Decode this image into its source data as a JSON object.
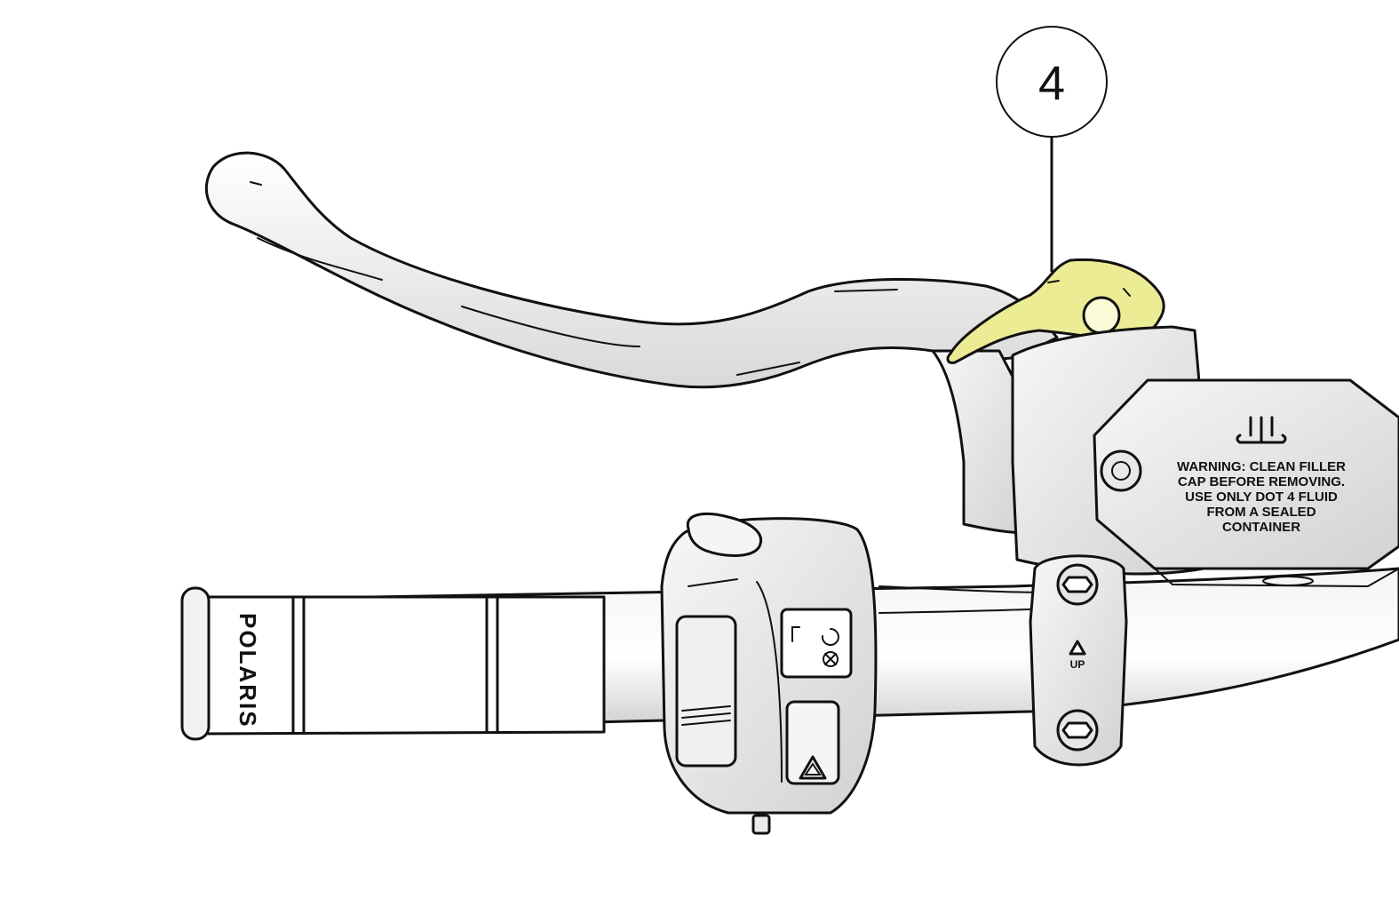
{
  "callout": {
    "number": "4"
  },
  "reservoir": {
    "warning_lines": [
      "WARNING: CLEAN FILLER",
      "CAP BEFORE REMOVING.",
      "USE ONLY DOT 4 FLUID",
      "FROM A SEALED",
      "CONTAINER"
    ]
  },
  "clamp": {
    "up_label": "UP"
  },
  "grip": {
    "brand": "POLARIS"
  },
  "colors": {
    "highlight": "#ecec95",
    "outline": "#111111",
    "part_fill": "#efefef",
    "part_shadow": "#d6d6d6"
  }
}
